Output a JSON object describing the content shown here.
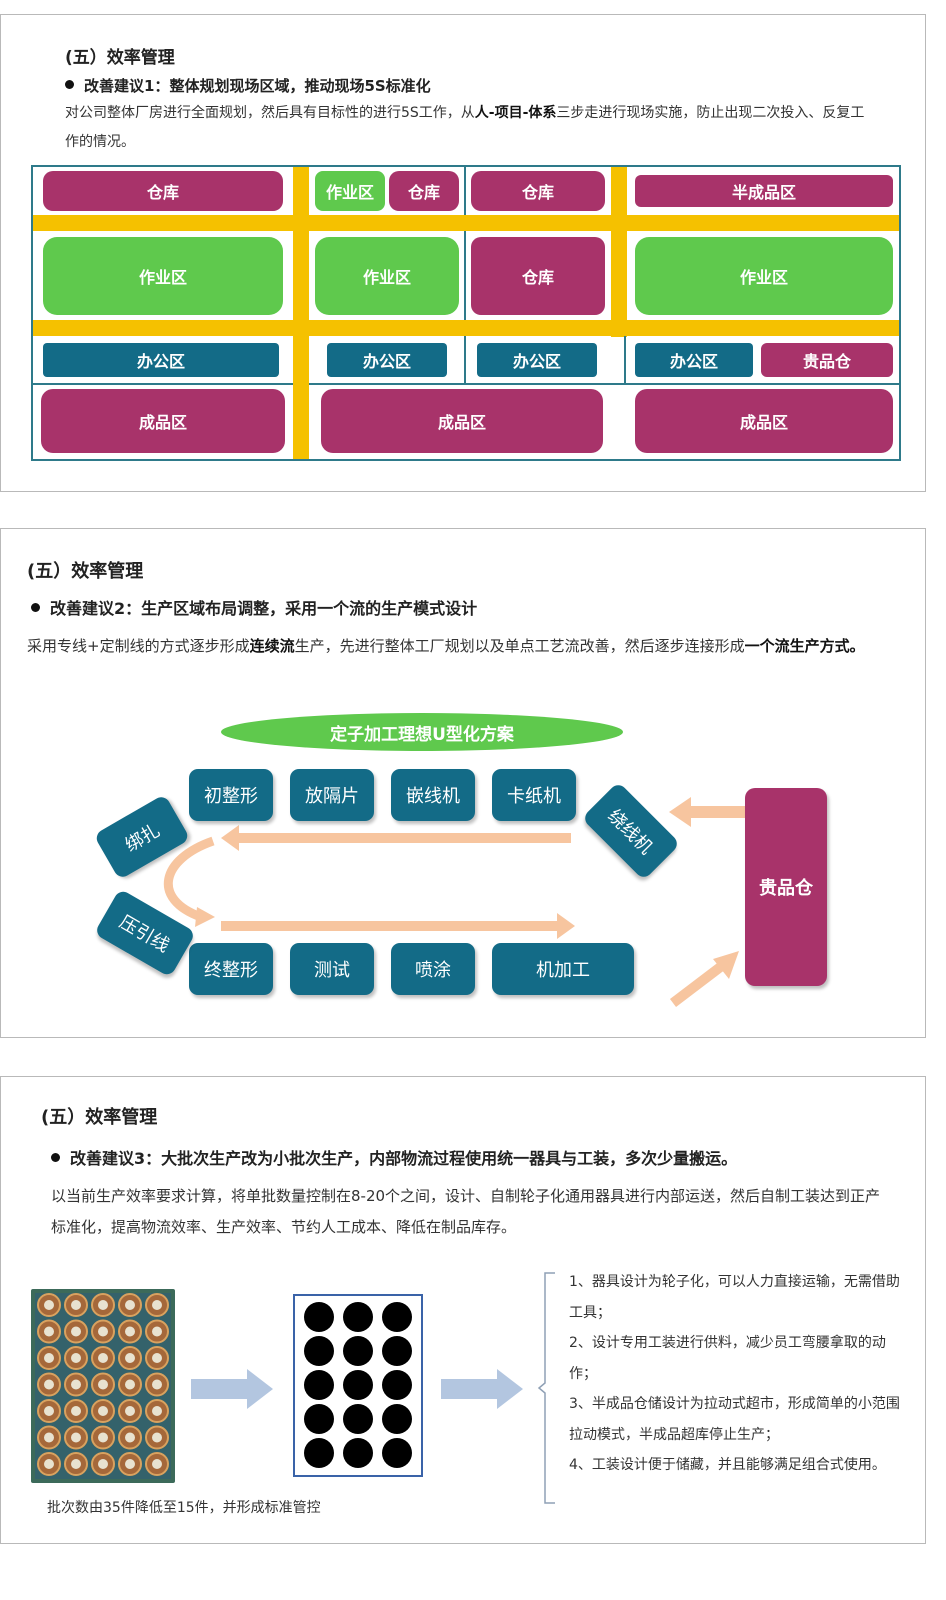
{
  "panel1": {
    "title": "(五）效率管理",
    "bullet": "改善建议1：整体规划现场区域，推动现场5S标准化",
    "para_before": "对公司整体厂房进行全面规划，然后具有目标性的进行5S工作，从",
    "para_bold": "人-项目-体系",
    "para_after": "三步走进行现场实施，防止出现二次投入、反复工作的情况。",
    "blocks": {
      "r1c1": "仓库",
      "r1c2a": "作业区",
      "r1c2b": "仓库",
      "r1c3": "仓库",
      "r1c4": "半成品区",
      "r2c1": "作业区",
      "r2c2": "作业区",
      "r2c3": "仓库",
      "r2c4": "作业区",
      "r3c1": "办公区",
      "r3c2": "办公区",
      "r3c3": "办公区",
      "r3c4a": "办公区",
      "r3c4b": "贵品仓",
      "r4c1": "成品区",
      "r4c2": "成品区",
      "r4c3": "成品区"
    },
    "colors": {
      "road": "#f5c100",
      "magenta": "#a8336a",
      "green": "#5fc94d",
      "teal": "#136b87"
    }
  },
  "panel2": {
    "title": "(五）效率管理",
    "bullet": "改善建议2：生产区域布局调整，采用一个流的生产模式设计",
    "para_1": "采用专线+定制线的方式逐步形成",
    "para_bold1": "连续流",
    "para_2": "生产，先进行整体工厂规划以及单点工艺流改善，然后逐步连接形成",
    "para_bold2": "一个流生产方式。",
    "ellipse": "定子加工理想U型化方案",
    "top_row": [
      "初整形",
      "放隔片",
      "嵌线机",
      "卡纸机"
    ],
    "bottom_row": [
      "终整形",
      "测试",
      "喷涂",
      "机加工"
    ],
    "left_top": "绑扎",
    "left_bottom": "压引线",
    "right": "绕线机",
    "warehouse": "贵品仓",
    "colors": {
      "node": "#136b87",
      "arrow": "#f7c59f",
      "ellipse": "#5fc94d",
      "warehouse": "#a8336a"
    }
  },
  "panel3": {
    "title": "(五）效率管理",
    "bullet": "改善建议3：大批次生产改为小批次生产，内部物流过程使用统一器具与工装，多次少量搬运。",
    "para": "以当前生产效率要求计算，将单批数量控制在8-20个之间，设计、自制轮子化通用器具进行内部运送，然后自制工装达到正产标准化，提高物流效率、生产效率、节约人工成本、降低在制品库存。",
    "caption": "批次数由35件降低至15件，并形成标准管控",
    "list": [
      "1、器具设计为轮子化，可以人力直接运输，无需借助工具；",
      "2、设计专用工装进行供料，减少员工弯腰拿取的动作；",
      "3、半成品仓储设计为拉动式超市，形成简单的小范围拉动模式，半成品超库停止生产；",
      "4、工装设计便于储藏，并且能够满足组合式使用。"
    ],
    "colors": {
      "arrow": "#b3c6e0",
      "box_border": "#3a63a8"
    }
  }
}
